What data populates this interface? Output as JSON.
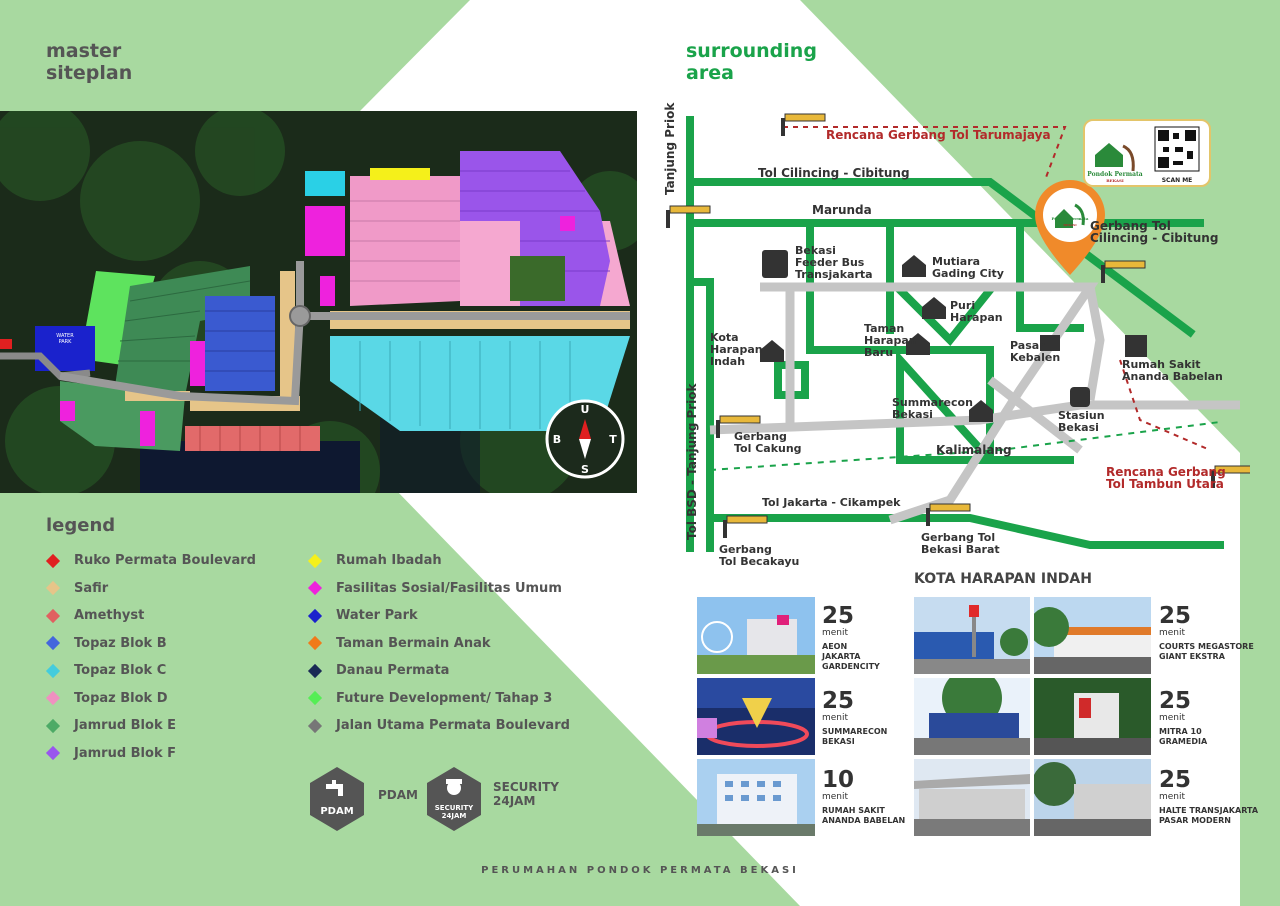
{
  "titles": {
    "left": [
      "master",
      "siteplan"
    ],
    "right": [
      "surrounding",
      "area"
    ]
  },
  "siteplan": {
    "water_park": [
      "WATER",
      "PARK"
    ],
    "compass": {
      "north": "U",
      "south": "S",
      "west": "B",
      "east": "T"
    }
  },
  "legend": {
    "title": "legend",
    "items": [
      {
        "label": "Ruko Permata Boulevard",
        "color": "#e02020"
      },
      {
        "label": "Safir",
        "color": "#e6c589"
      },
      {
        "label": "Amethyst",
        "color": "#e06060"
      },
      {
        "label": "Topaz Blok B",
        "color": "#4466dd"
      },
      {
        "label": "Topaz Blok C",
        "color": "#44ccdd"
      },
      {
        "label": "Topaz Blok D",
        "color": "#f090c0"
      },
      {
        "label": "Jamrud Blok E",
        "color": "#4daa66"
      },
      {
        "label": "Jamrud Blok F",
        "color": "#9955ee"
      },
      {
        "label": "Rumah Ibadah",
        "color": "#f5f01a"
      },
      {
        "label": "Fasilitas Sosial/Fasilitas Umum",
        "color": "#ee22dd"
      },
      {
        "label": "Water Park",
        "color": "#1a22cc"
      },
      {
        "label": "Taman Bermain Anak",
        "color": "#f07a1a"
      },
      {
        "label": "Danau Permata",
        "color": "#1a2a55"
      },
      {
        "label": "Future Development/ Tahap 3",
        "color": "#55ee55"
      },
      {
        "label": "Jalan Utama Permata Boulevard",
        "color": "#777777"
      }
    ],
    "facilities": [
      {
        "label": "PDAM",
        "icon_text": "PDAM",
        "icon": "water-tap-icon"
      },
      {
        "label": "SECURITY 24JAM",
        "label_lines": [
          "SECURITY",
          "24JAM"
        ],
        "icon_lines": [
          "SECURITY",
          "24JAM"
        ],
        "icon": "security-guard-icon"
      }
    ]
  },
  "map": {
    "roads": {
      "tanjung_priok": "Tanjung Priok",
      "cilincing": "Tol Cilincing - Cibitung",
      "marunda": "Marunda",
      "bsd": "Tol BSD - Tanjung Priok",
      "kalimalang": "Kalimalang",
      "cikampek": "Tol Jakarta - Cikampek"
    },
    "red_labels": {
      "tarumajaya": "Rencana Gerbang Tol Tarumajaya",
      "tambun": [
        "Rencana Gerbang",
        "Tol Tambun Utara"
      ]
    },
    "places": {
      "feeder_bus": [
        "Bekasi",
        "Feeder Bus",
        "Transjakarta"
      ],
      "mutiara": [
        "Mutiara",
        "Gading City"
      ],
      "puri": [
        "Puri",
        "Harapan"
      ],
      "taman_harapan": [
        "Taman",
        "Harapan",
        "Baru"
      ],
      "kota_harapan": [
        "Kota",
        "Harapan",
        "Indah"
      ],
      "pasar": [
        "Pasar",
        "Kebalen"
      ],
      "rumah_sakit": [
        "Rumah Sakit",
        "Ananda Babelan"
      ],
      "summarecon": [
        "Summarecon",
        "Bekasi"
      ],
      "stasiun": [
        "Stasiun",
        "Bekasi"
      ],
      "gerbang_cilincing": [
        "Gerbang Tol",
        "Cilincing - Cibitung"
      ],
      "gerbang_cakung": [
        "Gerbang",
        "Tol Cakung"
      ],
      "gerbang_becakayu": [
        "Gerbang",
        "Tol Becakayu"
      ],
      "gerbang_bekasi_barat": [
        "Gerbang Tol",
        "Bekasi Barat"
      ]
    },
    "logo": {
      "brand_lines": [
        "Pondok Permata",
        "BEKASI"
      ],
      "scan": "SCAN ME"
    },
    "pin_logo": [
      "Pondok Permata",
      "BEKASI"
    ]
  },
  "kota_harapan_title": "KOTA HARAPAN INDAH",
  "destinations": [
    {
      "minutes": "25",
      "unit": "menit",
      "place_lines": [
        "AEON",
        "JAKARTA",
        "GARDENCITY"
      ]
    },
    {
      "minutes": "25",
      "unit": "menit",
      "place_lines": [
        "SUMMARECON",
        "BEKASI"
      ]
    },
    {
      "minutes": "10",
      "unit": "menit",
      "place_lines": [
        "RUMAH SAKIT",
        "ANANDA BABELAN"
      ]
    },
    {
      "minutes": "25",
      "unit": "menit",
      "place_lines": [
        "COURTS MEGASTORE",
        "GIANT EKSTRA"
      ]
    },
    {
      "minutes": "25",
      "unit": "menit",
      "place_lines": [
        "MITRA 10",
        "GRAMEDIA"
      ]
    },
    {
      "minutes": "25",
      "unit": "menit",
      "place_lines": [
        "HALTE TRANSJAKARTA",
        "PASAR MODERN"
      ]
    }
  ],
  "footer": "PERUMAHAN PONDOK PERMATA BEKASI"
}
